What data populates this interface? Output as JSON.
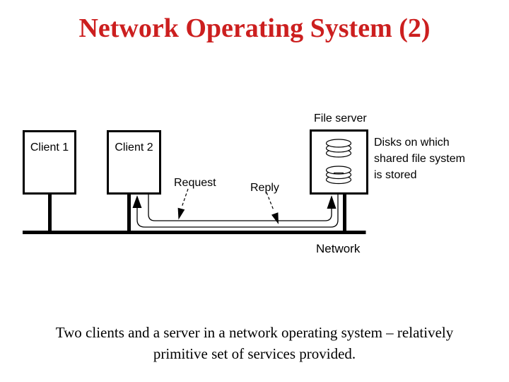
{
  "slide": {
    "title": "Network Operating System (2)",
    "title_color": "#cc1f1f",
    "caption_line1": "Two clients and a server in a network operating system – relatively",
    "caption_line2": "primitive set of services provided."
  },
  "diagram": {
    "client1_label": "Client 1",
    "client2_label": "Client 2",
    "file_server_label": "File server",
    "request_label": "Request",
    "reply_label": "Reply",
    "disks_note": "Disks on which\nshared file system\nis stored",
    "network_label": "Network",
    "line_color": "#000000",
    "background_color": "#ffffff"
  }
}
